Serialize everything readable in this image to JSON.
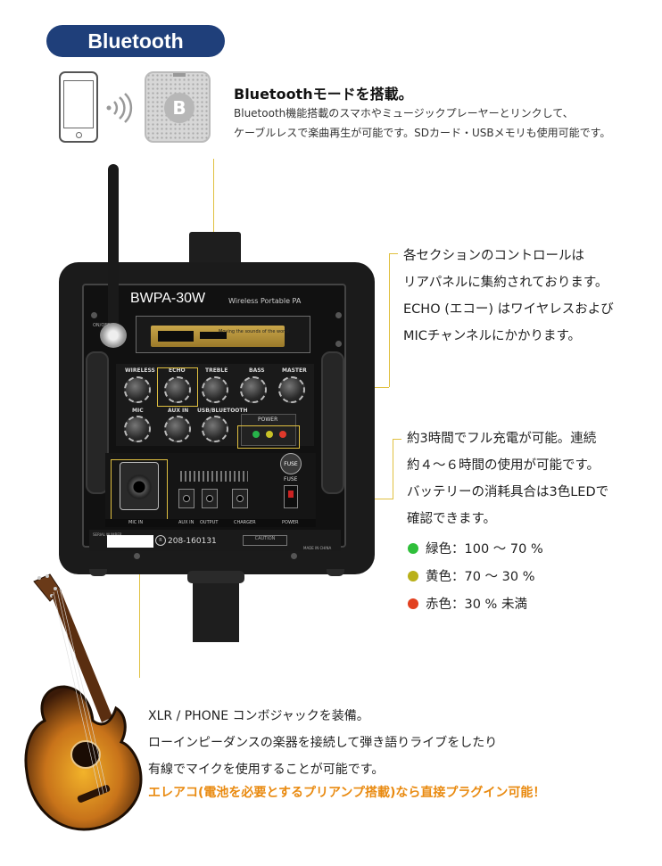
{
  "bluetooth": {
    "badge": "Bluetooth",
    "speaker_icon": "B",
    "title": "Bluetoothモードを搭載。",
    "desc_lines": [
      "Bluetooth機能搭載のスマホやミュージックプレーヤーとリンクして、",
      "ケーブルレスで楽曲再生が可能です。SDカード・USBメモリも使用可能です。"
    ]
  },
  "device": {
    "model": "BWPA-30W",
    "model_sub": "Wireless Portable PA",
    "usb_text": "Moving the sounds of the world",
    "knob_labels": [
      "WIRELESS",
      "ECHO",
      "TREBLE",
      "BASS",
      "MASTER",
      "MIC",
      "AUX IN",
      "USB/BLUETOOTH"
    ],
    "power_label": "POWER",
    "fuse_label": "FUSE",
    "fuse_icon": "FUSE",
    "on_off": "ON/OFF",
    "strip_labels": [
      "MIC IN",
      "AUX IN",
      "OUTPUT",
      "CHARGER",
      "POWER"
    ],
    "serial_label": "SERIAL NUMBER",
    "reg_no": "208-160131",
    "fcc": "R",
    "warning": "CAUTION",
    "made_in": "MADE IN CHINA",
    "led_colors": [
      "#27b34a",
      "#c9c227",
      "#e0392b"
    ]
  },
  "controls": {
    "lines": [
      "各セクションのコントロールは",
      "リアパネルに集約されております。",
      "ECHO (エコー) はワイヤレスおよび",
      "MICチャンネルにかかります。"
    ]
  },
  "battery": {
    "lines": [
      "約3時間でフル充電が可能。連続",
      "約４～６時間の使用が可能です。",
      "バッテリーの消耗具合は3色LEDで",
      "確認できます。"
    ],
    "legend": [
      {
        "label": "緑色：100 ～ 70 %",
        "color": "#2fbf3a"
      },
      {
        "label": "黄色：70 ～ 30 %",
        "color": "#b9b01a"
      },
      {
        "label": "赤色：30 % 未満",
        "color": "#e2401f"
      }
    ]
  },
  "xlr": {
    "lines": [
      "XLR / PHONE コンボジャックを装備。",
      "ローインピーダンスの楽器を接続して弾き語りライブをしたり",
      "有線でマイクを使用することが可能です。"
    ],
    "highlight": "エレアコ(電池を必要とするプリアンプ搭載)なら直接プラグイン可能！"
  }
}
